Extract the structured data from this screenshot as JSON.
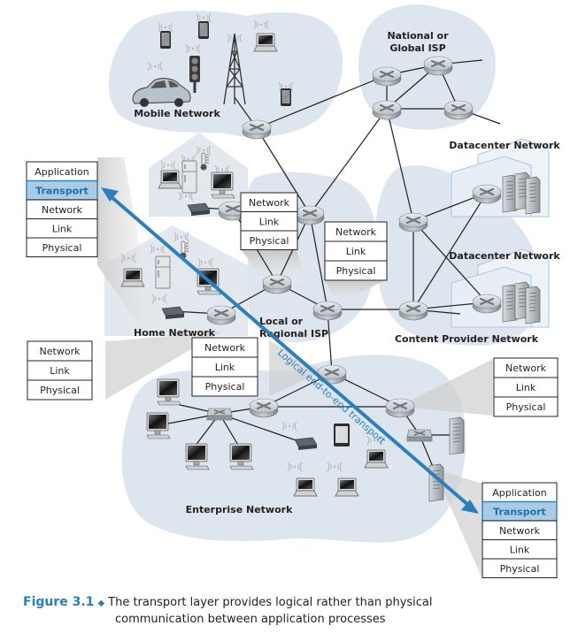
{
  "regions": {
    "mobile": "Mobile Network",
    "national_line1": "National or",
    "national_line2": "Global ISP",
    "datacenter_top": "Datacenter Network",
    "datacenter_bottom": "Datacenter Network",
    "content_provider": "Content Provider Network",
    "home": "Home Network",
    "local_line1": "Local or",
    "local_line2": "Regional ISP",
    "enterprise": "Enterprise Network"
  },
  "stacks": {
    "host_left": [
      "Application",
      "Transport",
      "Network",
      "Link",
      "Physical"
    ],
    "host_right": [
      "Application",
      "Transport",
      "Network",
      "Link",
      "Physical"
    ],
    "router_top": [
      "Network",
      "Link",
      "Physical"
    ],
    "router_mid": [
      "Network",
      "Link",
      "Physical"
    ],
    "router_home": [
      "Network",
      "Link",
      "Physical"
    ],
    "router_local": [
      "Network",
      "Link",
      "Physical"
    ],
    "router_right": [
      "Network",
      "Link",
      "Physical"
    ]
  },
  "highlight_layer": "Transport",
  "arrow_label": "Logical end-to-end transport",
  "colors": {
    "accent": "#2a7fbd",
    "transport_fill": "#a9cbe6",
    "cloud": "#dde6ee",
    "text": "#231f20"
  },
  "caption": {
    "figure": "Figure 3.1",
    "line1": "The transport layer provides logical rather than physical",
    "line2": "communication between application processes"
  }
}
